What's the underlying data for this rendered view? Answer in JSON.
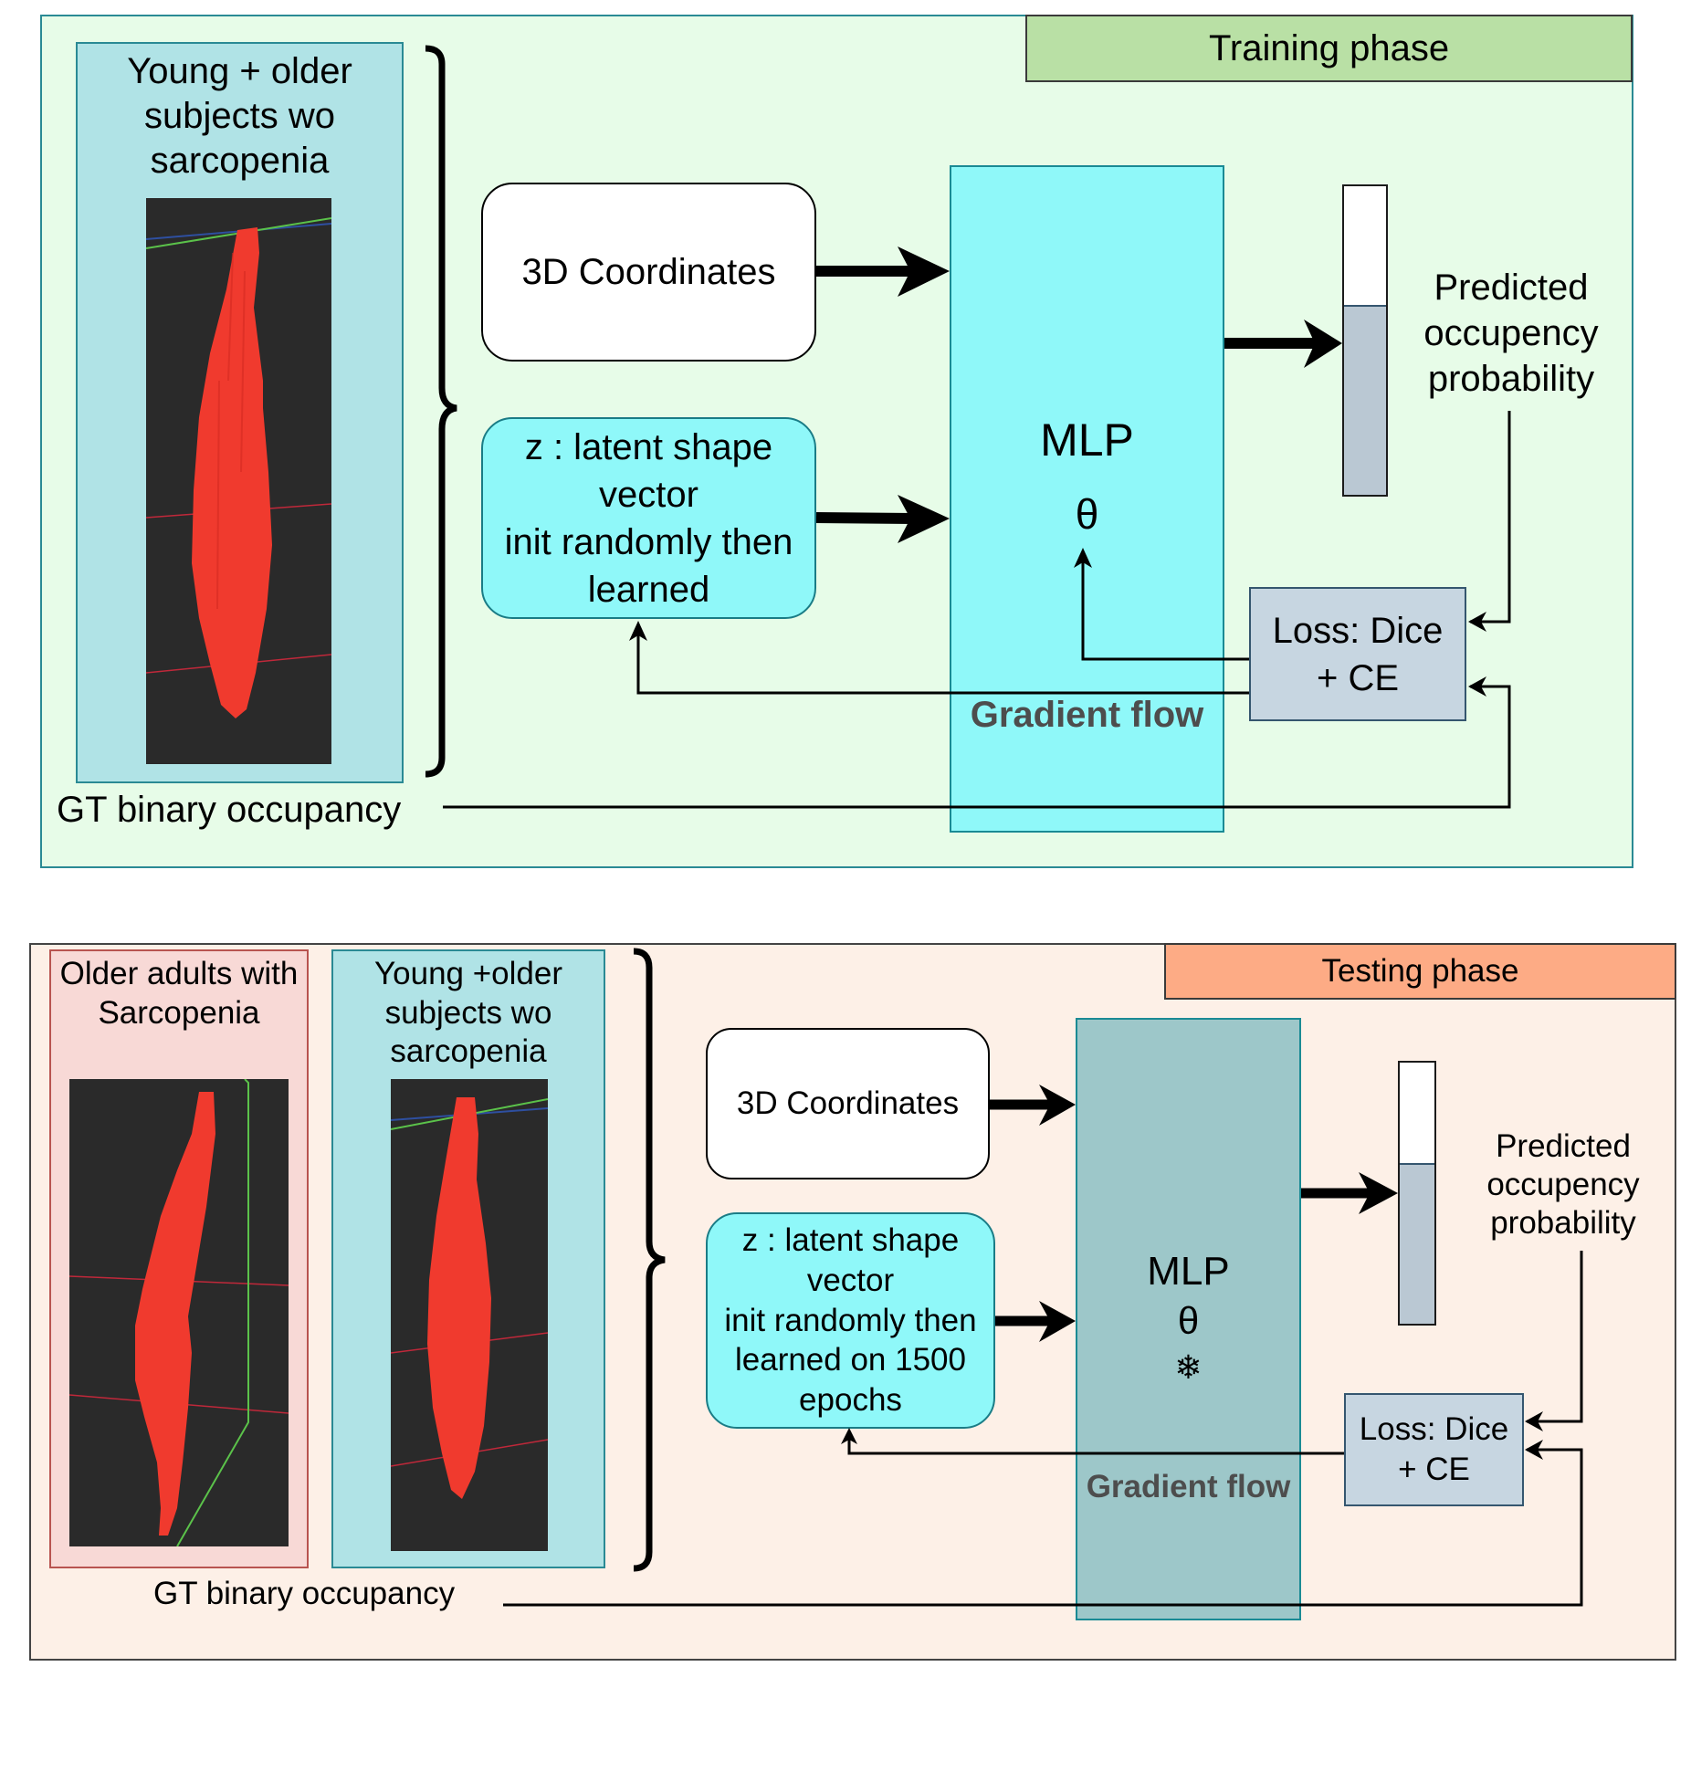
{
  "training": {
    "header": "Training phase",
    "cohort": {
      "title_lines": [
        "Young + older",
        "subjects wo",
        "sarcopenia"
      ]
    },
    "gt_label": "GT binary occupancy",
    "coords_label": "3D Coordinates",
    "latent_lines": [
      "z : latent shape",
      "vector",
      "init randomly then",
      "learned"
    ],
    "mlp_label": "MLP",
    "mlp_param": "θ",
    "gradient_label": "Gradient flow",
    "output_lines": [
      "Predicted",
      "occupency",
      "probability"
    ],
    "output_fill_fraction": 0.61,
    "loss_lines": [
      "Loss: Dice",
      "+ CE"
    ]
  },
  "testing": {
    "header": "Testing phase",
    "cohorts": [
      {
        "title_lines": [
          "Older adults with",
          "Sarcopenia"
        ]
      },
      {
        "title_lines": [
          "Young +older",
          "subjects wo",
          "sarcopenia"
        ]
      }
    ],
    "gt_label": "GT binary occupancy",
    "coords_label": "3D Coordinates",
    "latent_lines": [
      "z : latent shape",
      "vector",
      "init randomly then",
      "learned on 1500",
      "epochs"
    ],
    "mlp_label": "MLP",
    "mlp_param": "θ",
    "frozen_icon": "❄",
    "gradient_label": "Gradient flow",
    "output_lines": [
      "Predicted",
      "occupency",
      "probability"
    ],
    "output_fill_fraction": 0.61,
    "loss_lines": [
      "Loss: Dice",
      "+ CE"
    ]
  },
  "colors": {
    "training_bg": "#e7fce8",
    "training_header": "#b9e0a5",
    "testing_bg": "#fdf0e7",
    "testing_header": "#fdab85",
    "mlp_trainable": "#8ff8f9",
    "mlp_frozen": "#9dc7c9",
    "muscle_red": "#f03a2e"
  }
}
